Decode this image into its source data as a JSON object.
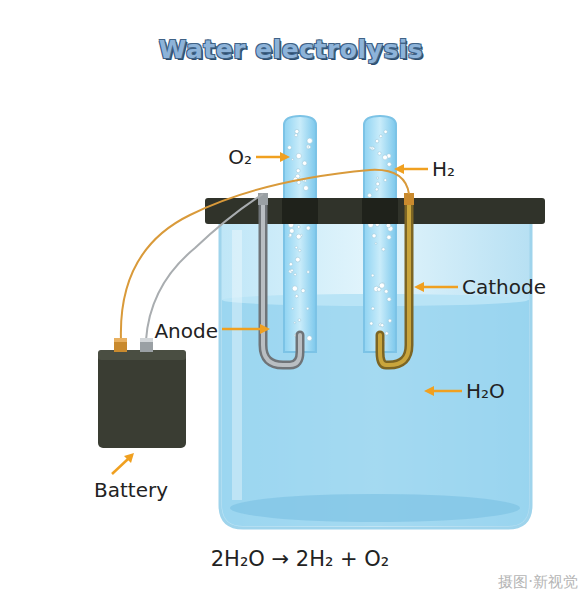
{
  "diagram": {
    "title": "Water electrolysis",
    "caption": "2H₂O → 2H₂ + O₂",
    "labels": [
      "O₂",
      "H₂",
      "Cathode",
      "Anode",
      "H₂O",
      "Battery",
      "摄图·新视觉"
    ]
  }
}
